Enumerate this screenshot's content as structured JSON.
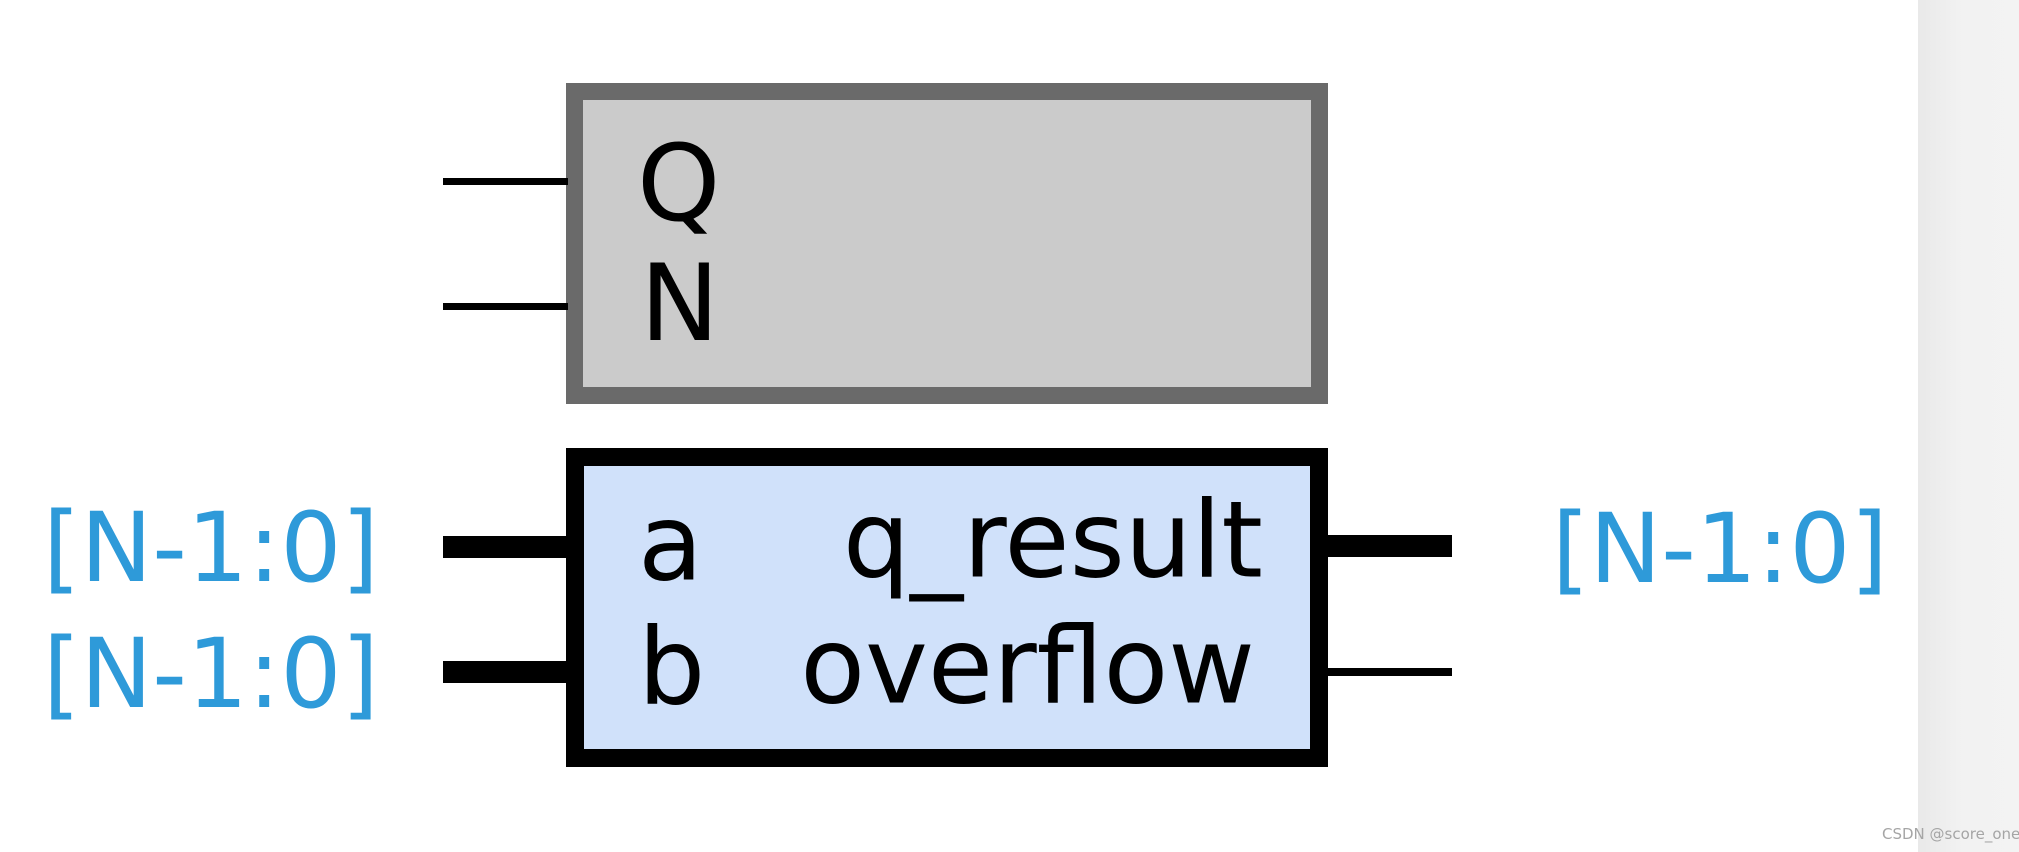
{
  "modules": {
    "top": {
      "port_q": "Q",
      "port_n": "N"
    },
    "bottom": {
      "port_a": "a",
      "port_b": "b",
      "port_q_result": "q_result",
      "port_overflow": "overflow"
    }
  },
  "bus_labels": {
    "input_a": "[N-1:0]",
    "input_b": "[N-1:0]",
    "output_q_result": "[N-1:0]"
  },
  "watermark": "CSDN @score_one",
  "colors": {
    "module_top_fill": "#cbcbcb",
    "module_top_border": "#6a6a6a",
    "module_bottom_fill": "#d0e1fa",
    "module_bottom_border": "#000000",
    "wire": "#000000",
    "bus_label_text": "#2e9ad9",
    "side_strip": "#f0f0f0",
    "watermark_text": "#a5a5a5",
    "canvas_background": "#ffffff"
  }
}
